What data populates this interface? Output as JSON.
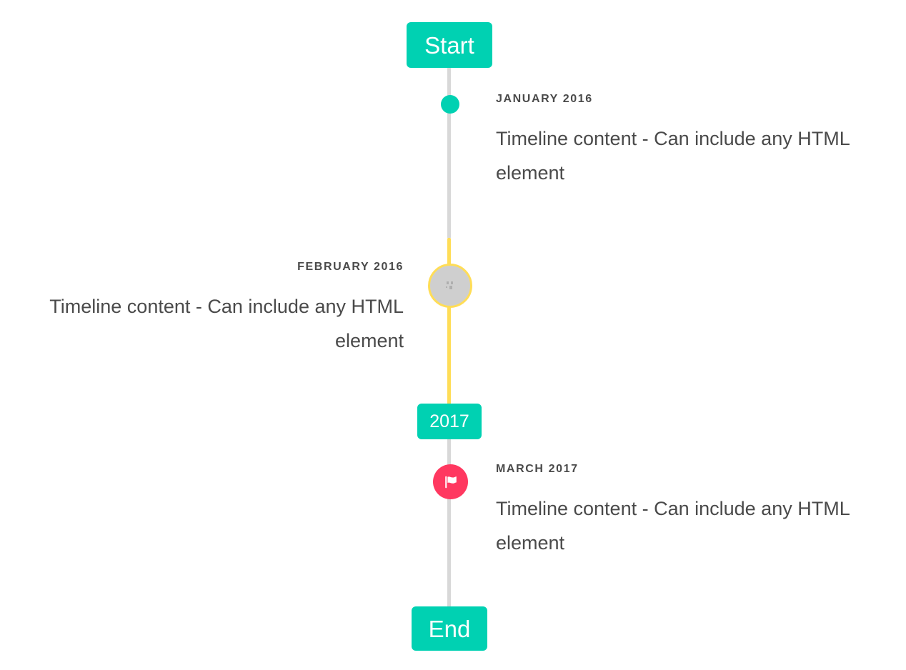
{
  "timeline": {
    "start_label": "Start",
    "end_label": "End",
    "year_divider_label": "2017",
    "colors": {
      "accent_teal": "#00d1b2",
      "rail_gray": "#d8d8d8",
      "rail_yellow": "#ffdd57",
      "marker_pink": "#ff3860",
      "marker_gray": "#cfcfcf",
      "text": "#4a4a4a"
    },
    "entries": [
      {
        "heading": "JANUARY 2016",
        "body": "Timeline content - Can include any HTML element",
        "side": "right",
        "marker": "dot-icon"
      },
      {
        "heading": "FEBRUARY 2016",
        "body": "Timeline content - Can include any HTML element",
        "side": "left",
        "marker": "broken-image-icon"
      },
      {
        "heading": "MARCH 2017",
        "body": "Timeline content - Can include any HTML element",
        "side": "right",
        "marker": "flag-icon"
      }
    ]
  }
}
